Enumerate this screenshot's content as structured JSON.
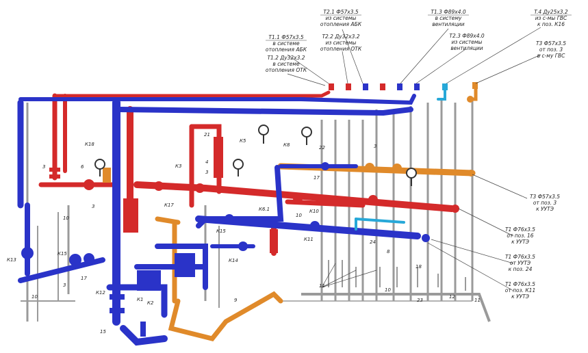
{
  "colors": {
    "supply": "#d42a2a",
    "return": "#2a33c8",
    "hot_water": "#e08a2a",
    "circulation": "#27a8d8",
    "support": "#9a9a9a",
    "leader": "#444444"
  },
  "callouts": {
    "t11": [
      "T1.1 Ф57x3.5",
      "в системе",
      "отопления АБК"
    ],
    "t12": [
      "T1.2 Ду32x3.2",
      "в системе",
      "отопления ОТК"
    ],
    "t21": [
      "T2.1 Ф57x3.5",
      "из системы",
      "отопления АБК"
    ],
    "t22": [
      "T2.2 Ду32x3.2",
      "из системы",
      "отопления ОТК"
    ],
    "t13": [
      "T1.3 Ф89x4.0",
      "в систему",
      "вентиляции"
    ],
    "t23": [
      "T2.3 Ф89x4.0",
      "из системы",
      "вентиляции"
    ],
    "t4": [
      "T.4 Ду25x3.2",
      "из с-мы ГВС",
      "к поз. К16"
    ],
    "t3top": [
      "T3 Ф57x3.5",
      "от поз. 3",
      "в с-му ГВС"
    ],
    "t3right": [
      "T3 Ф57x3.5",
      "от поз. 3",
      "к УУТЭ"
    ],
    "t1a": [
      "T1 Ф76x3.5",
      "от поз. 16",
      "к УУТЭ"
    ],
    "t1b": [
      "T1 Ф76x3.5",
      "от УУТЭ",
      "к поз. 24"
    ],
    "t1c": [
      "T1 Ф76x3.5",
      "от поз. К11",
      "к УУТЭ"
    ]
  },
  "tags": {
    "k18": "К18",
    "n6": "6",
    "n3a": "3",
    "n3b": "3",
    "n3c": "3",
    "n3d": "3",
    "n3e": "3",
    "n10a": "10",
    "n10b": "10",
    "n10c": "10",
    "n10d": "10",
    "n21": "21",
    "n4": "4",
    "k5": "К5",
    "k8": "К8",
    "n22": "22",
    "k3": "К3",
    "n17a": "17",
    "n17b": "17",
    "k17": "К17",
    "k61": "К6.1",
    "k10": "К10",
    "k15a": "К15",
    "k15b": "К15",
    "k11": "К11",
    "k14": "К14",
    "k13": "К13",
    "k12": "К12",
    "k1": "К1",
    "k2": "К2",
    "n15": "15",
    "n9": "9",
    "n24": "24",
    "n8": "8",
    "n18": "18",
    "n11a": "11",
    "n11b": "11",
    "n12": "12",
    "n23": "23"
  }
}
